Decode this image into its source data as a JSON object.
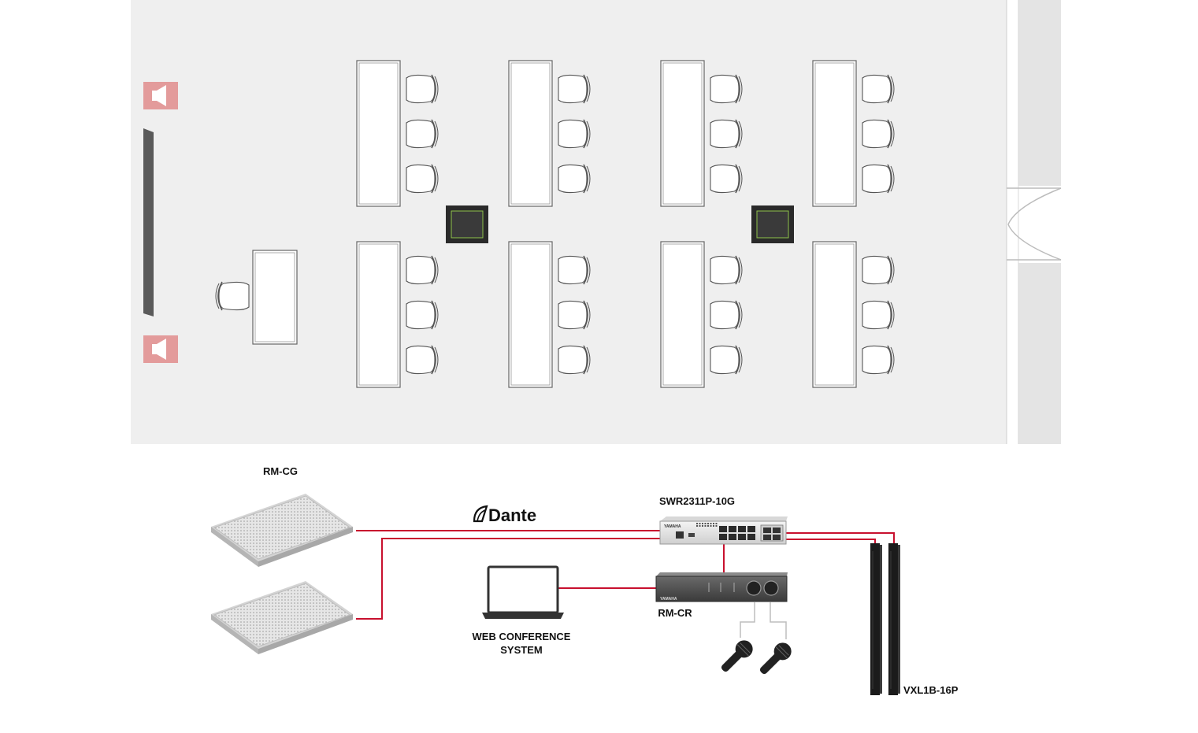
{
  "devices": {
    "ceiling_mic": "RM-CG",
    "switch": "SWR2311P-10G",
    "conference_interface": "RM-CR",
    "line_array": "VXL1B-16P",
    "pc_line1": "WEB CONFERENCE",
    "pc_line2": "SYSTEM"
  },
  "network": {
    "protocol": "Dante",
    "brand_mark": "YAMAHA"
  },
  "colors": {
    "room_floor": "#efefef",
    "cable": "#c8102e",
    "speaker_marker": "#e39b9b",
    "ceiling_mic_block": "#2a2a2a",
    "ceiling_mic_edge": "#8fc24a",
    "line_array": "#1b1b1b"
  },
  "layout_counts": {
    "table_rows": 2,
    "tables_per_row": 4,
    "chairs_per_table": 3,
    "ceiling_mics_in_room": 2,
    "handheld_mics": 2
  }
}
